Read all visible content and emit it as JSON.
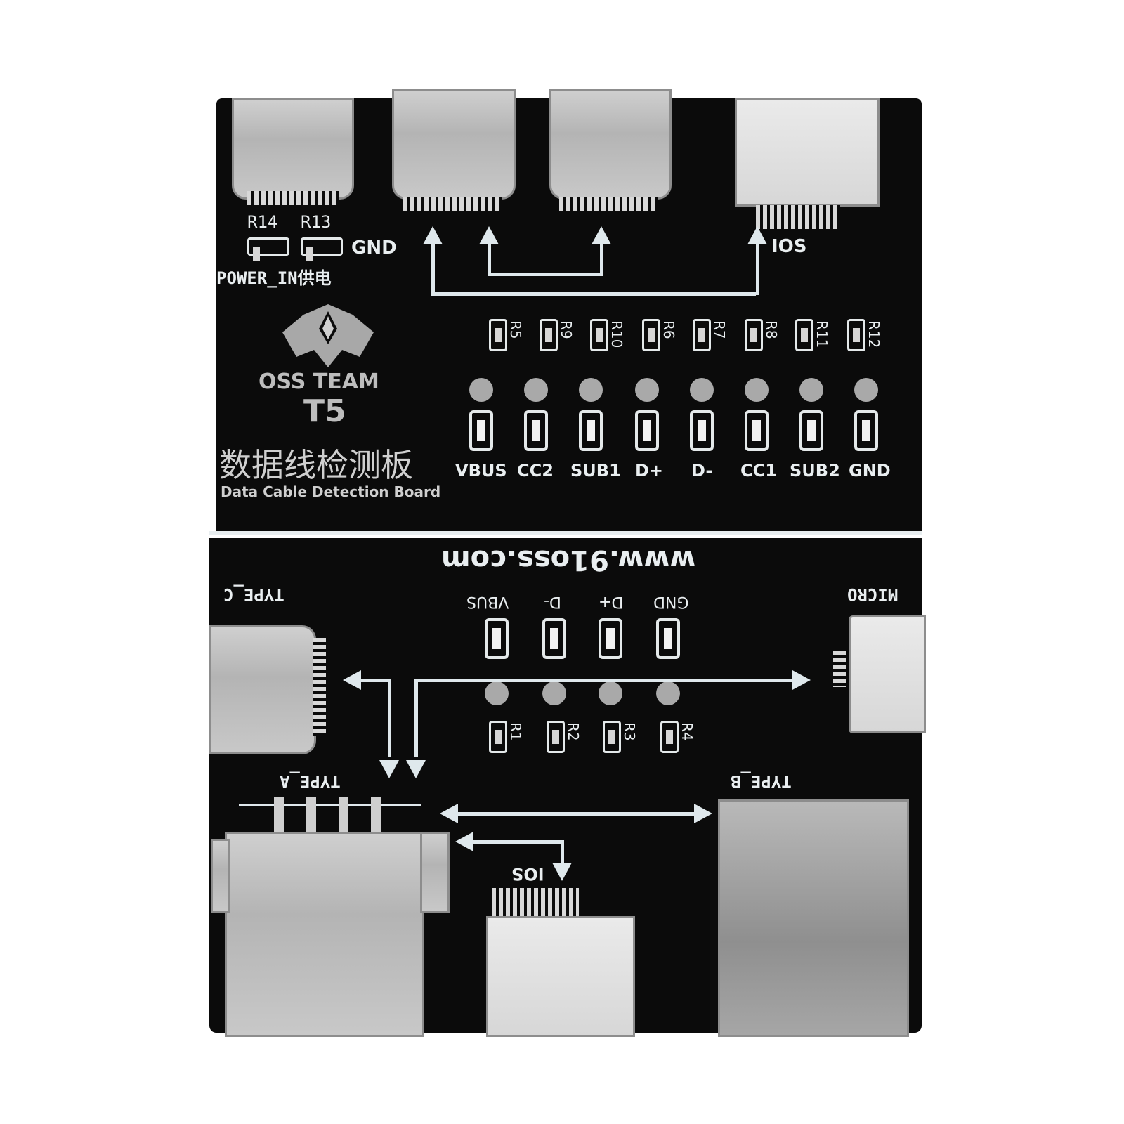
{
  "board": {
    "brand": "OSS TEAM",
    "model": "T5",
    "title_cn": "数据线检测板",
    "title_en": "Data Cable Detection Board",
    "website": "www.91oss.com",
    "colors": {
      "pcb": "#0b0b0b",
      "silkscreen": "#e9eef0",
      "metal": "#c4c4c4"
    }
  },
  "top_section": {
    "power_label": "POWER_IN供电",
    "gnd_label": "GND",
    "power_resistors": [
      "R14",
      "R13"
    ],
    "ios_label": "IOS",
    "resistors": [
      "R5",
      "R9",
      "R10",
      "R6",
      "R7",
      "R8",
      "R11",
      "R12"
    ],
    "led_labels": [
      "VBUS",
      "CC2",
      "SUB1",
      "D+",
      "D-",
      "CC1",
      "SUB2",
      "GND"
    ]
  },
  "bottom_section": {
    "type_c_label": "TYPE_C",
    "type_a_label": "TYPE_A",
    "type_b_label": "TYPE_B",
    "micro_label": "MICRO",
    "ios_label": "IOS",
    "led_labels": [
      "VBUS",
      "D-",
      "D+",
      "GND"
    ],
    "resistors": [
      "R1",
      "R2",
      "R3",
      "R4"
    ]
  }
}
